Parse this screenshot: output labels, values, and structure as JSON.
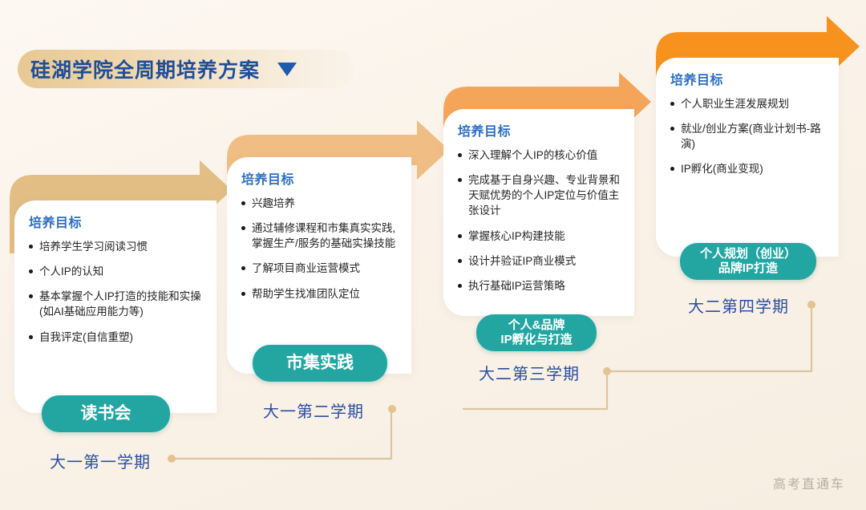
{
  "header": {
    "title": "硅湖学院全周期培养方案",
    "caret_icon": "triangle-down-icon"
  },
  "watermark": "高考直通车",
  "common": {
    "goal_heading": "培养目标"
  },
  "colors": {
    "accent_blue": "#2e6fc4",
    "title_blue": "#1f4e99",
    "pill_teal": "#23a6a2",
    "arrow_1": "#e2be84",
    "arrow_2": "#f0bd84",
    "arrow_3": "#f5a55a",
    "arrow_4": "#f7921e",
    "connector": "#ddc4a0",
    "background": "#faf2e8"
  },
  "stages": [
    {
      "id": "stage-1",
      "heading": "培养目标",
      "bullets": [
        "培养学生学习阅读习惯",
        "个人IP的认知",
        "基本掌握个人IP打造的技能和实操(如AI基础应用能力等)",
        "自我评定(自信重塑)"
      ],
      "pill": "读书会",
      "semester": "大一第一学期"
    },
    {
      "id": "stage-2",
      "heading": "培养目标",
      "bullets": [
        "兴趣培养",
        "通过辅修课程和市集真实实践, 掌握生产/服务的基础实操技能",
        "了解项目商业运营模式",
        "帮助学生找准团队定位"
      ],
      "pill": "市集实践",
      "semester": "大一第二学期"
    },
    {
      "id": "stage-3",
      "heading": "培养目标",
      "bullets": [
        "深入理解个人IP的核心价值",
        "完成基于自身兴趣、专业背景和天赋优势的个人IP定位与价值主张设计",
        "掌握核心IP构建技能",
        "设计并验证IP商业模式",
        "执行基础IP运营策略"
      ],
      "pill": "个人&品牌\nIP孵化与打造",
      "semester": "大二第三学期"
    },
    {
      "id": "stage-4",
      "heading": "培养目标",
      "bullets": [
        "个人职业生涯发展规划",
        "就业/创业方案(商业计划书-路演)",
        "IP孵化(商业变现)"
      ],
      "pill": "个人规划（创业）\n品牌IP打造",
      "semester": "大二第四学期"
    }
  ]
}
